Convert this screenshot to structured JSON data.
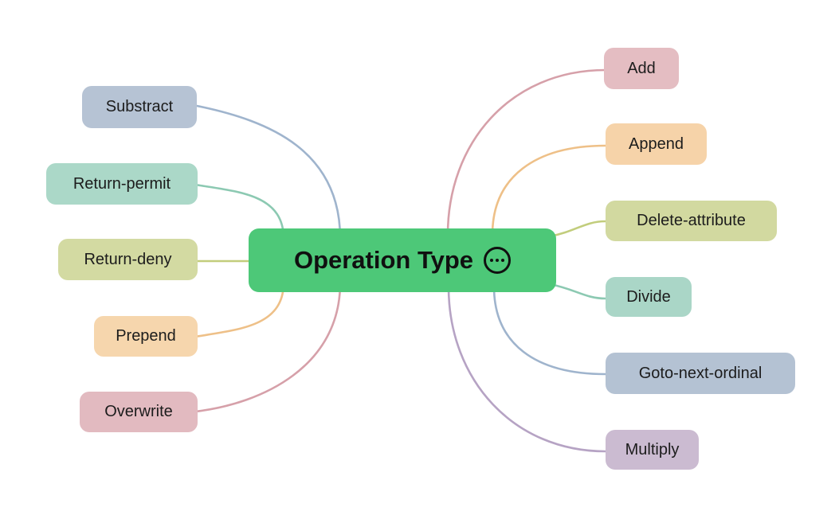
{
  "diagram": {
    "type": "mindmap",
    "background": "#ffffff",
    "root": {
      "label": "Operation Type",
      "fill": "#4dc878",
      "text_color": "#101010",
      "icon": "ellipsis-circle-icon"
    },
    "nodes": {
      "left": [
        {
          "label": "Substract",
          "fill": "#b6c3d4",
          "line": "#9fb4cd"
        },
        {
          "label": "Return-permit",
          "fill": "#abd8c8",
          "line": "#8cc9b2"
        },
        {
          "label": "Return-deny",
          "fill": "#d3daa2",
          "line": "#c2cd7c"
        },
        {
          "label": "Prepend",
          "fill": "#f6d6ad",
          "line": "#eec088"
        },
        {
          "label": "Overwrite",
          "fill": "#e2bac0",
          "line": "#d6a0a9"
        }
      ],
      "right": [
        {
          "label": "Add",
          "fill": "#e4bdc2",
          "line": "#d6a0a9"
        },
        {
          "label": "Append",
          "fill": "#f6d3a9",
          "line": "#eec088"
        },
        {
          "label": "Delete-attribute",
          "fill": "#d2d9a0",
          "line": "#c2cd7c"
        },
        {
          "label": "Divide",
          "fill": "#aad6c7",
          "line": "#8cc9b2"
        },
        {
          "label": "Goto-next-ordinal",
          "fill": "#b4c2d3",
          "line": "#9fb4cd"
        },
        {
          "label": "Multiply",
          "fill": "#cbbbd1",
          "line": "#b6a3c4"
        }
      ]
    }
  }
}
